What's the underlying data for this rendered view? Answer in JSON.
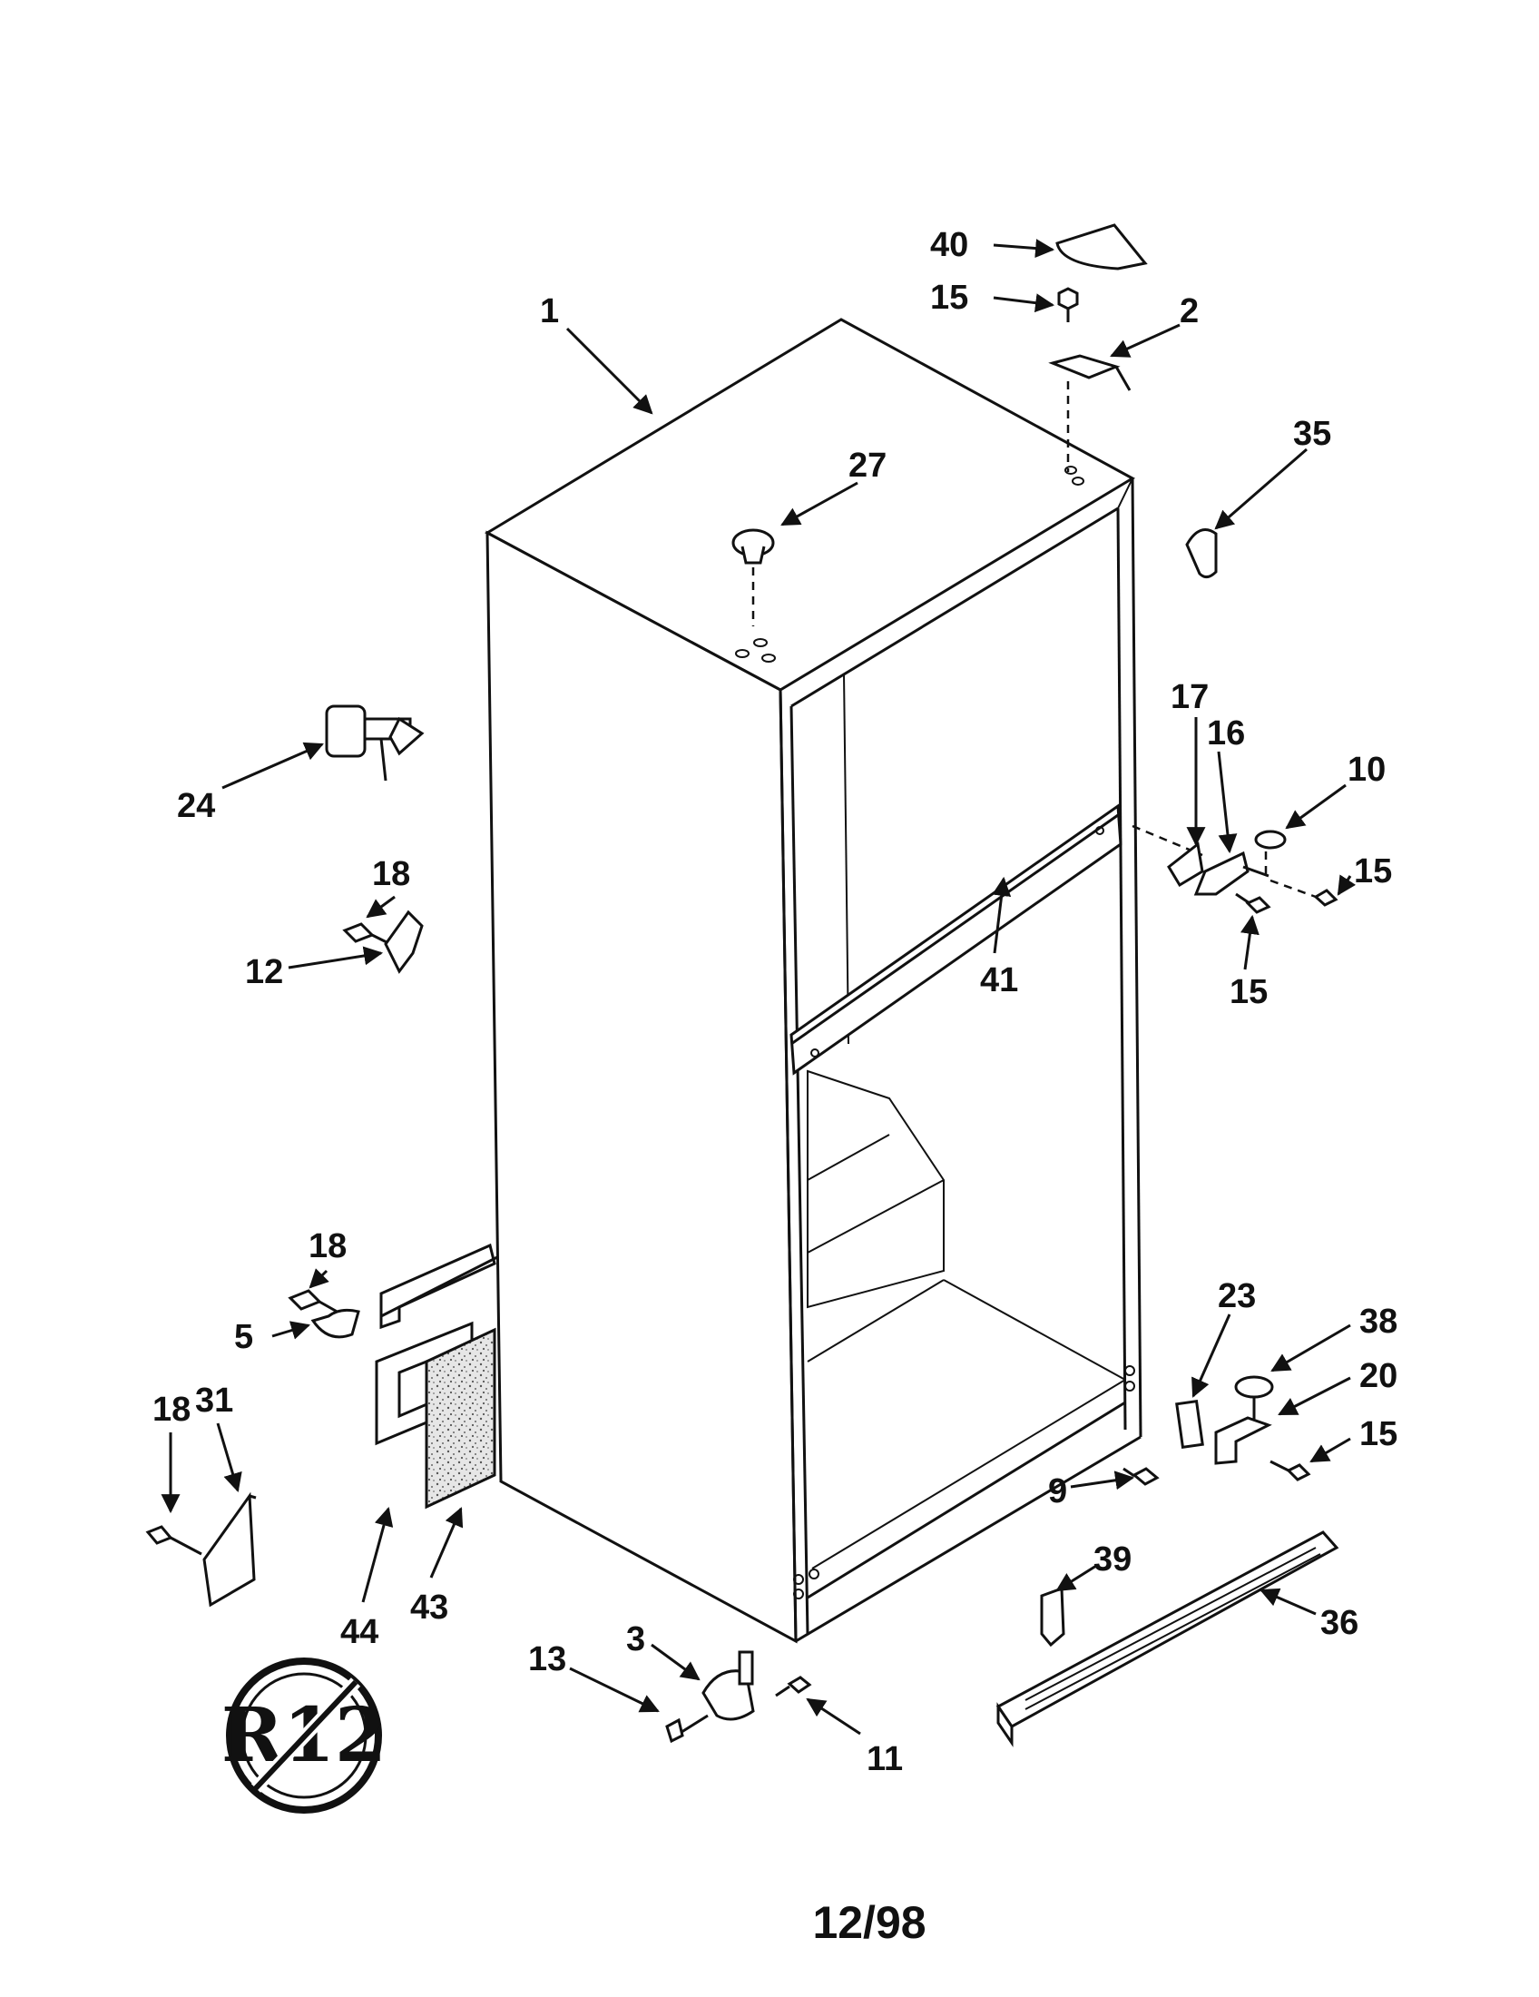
{
  "diagram": {
    "footer_date": "12/98",
    "badge_text": "R12",
    "callouts": {
      "c1": "1",
      "c2": "2",
      "c3": "3",
      "c5": "5",
      "c9": "9",
      "c10": "10",
      "c11": "11",
      "c12": "12",
      "c13": "13",
      "c15a": "15",
      "c15b": "15",
      "c15c": "15",
      "c15d": "15",
      "c16": "16",
      "c17": "17",
      "c18a": "18",
      "c18b": "18",
      "c18c": "18",
      "c20": "20",
      "c23": "23",
      "c24": "24",
      "c27": "27",
      "c31": "31",
      "c35": "35",
      "c36": "36",
      "c38": "38",
      "c39": "39",
      "c40": "40",
      "c41": "41",
      "c43": "43",
      "c44": "44"
    }
  }
}
